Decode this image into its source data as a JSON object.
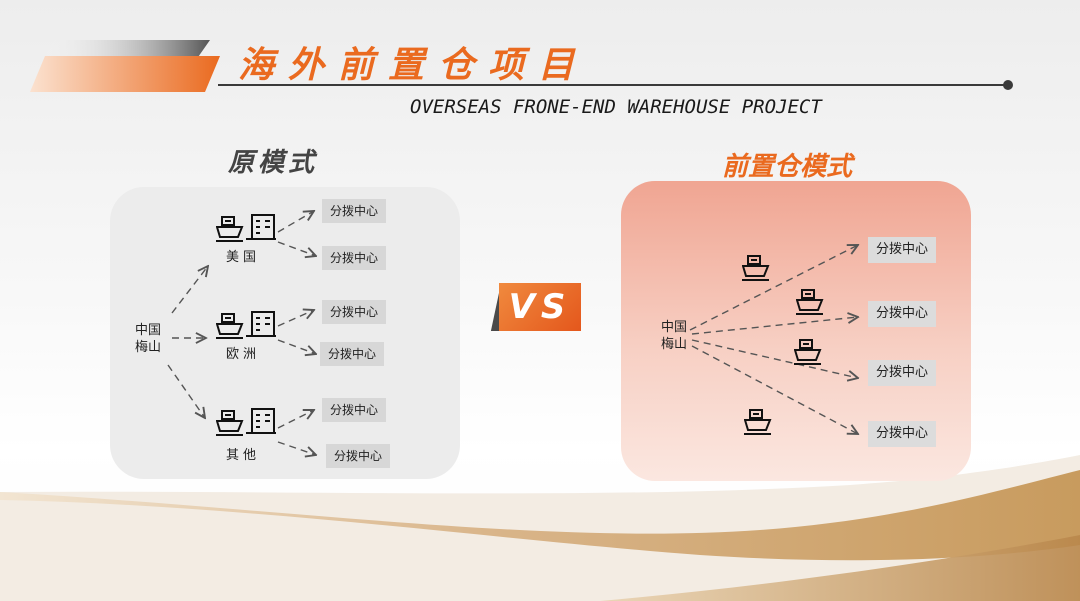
{
  "header": {
    "title": "海外前置仓项目",
    "subtitle": "OVERSEAS FRONE-END WAREHOUSE PROJECT"
  },
  "left": {
    "heading": "原模式",
    "origin_line1": "中国",
    "origin_line2": "梅山",
    "regions": [
      {
        "label": "美国",
        "hubs": [
          "分拨中心",
          "分拨中心"
        ]
      },
      {
        "label": "欧洲",
        "hubs": [
          "分拨中心",
          "分拨中心"
        ]
      },
      {
        "label": "其他",
        "hubs": [
          "分拨中心",
          "分拨中心"
        ]
      }
    ]
  },
  "vs": "VS",
  "right": {
    "heading": "前置仓模式",
    "origin_line1": "中国",
    "origin_line2": "梅山",
    "hubs": [
      "分拨中心",
      "分拨中心",
      "分拨中心",
      "分拨中心"
    ]
  },
  "icons": [
    "ship-icon",
    "building-icon",
    "arrow-icon"
  ],
  "colors": {
    "accent": "#ea6a1f",
    "right_panel_top": "#f0a592",
    "left_panel": "#ececec",
    "gold_band": "#c89b5e"
  }
}
